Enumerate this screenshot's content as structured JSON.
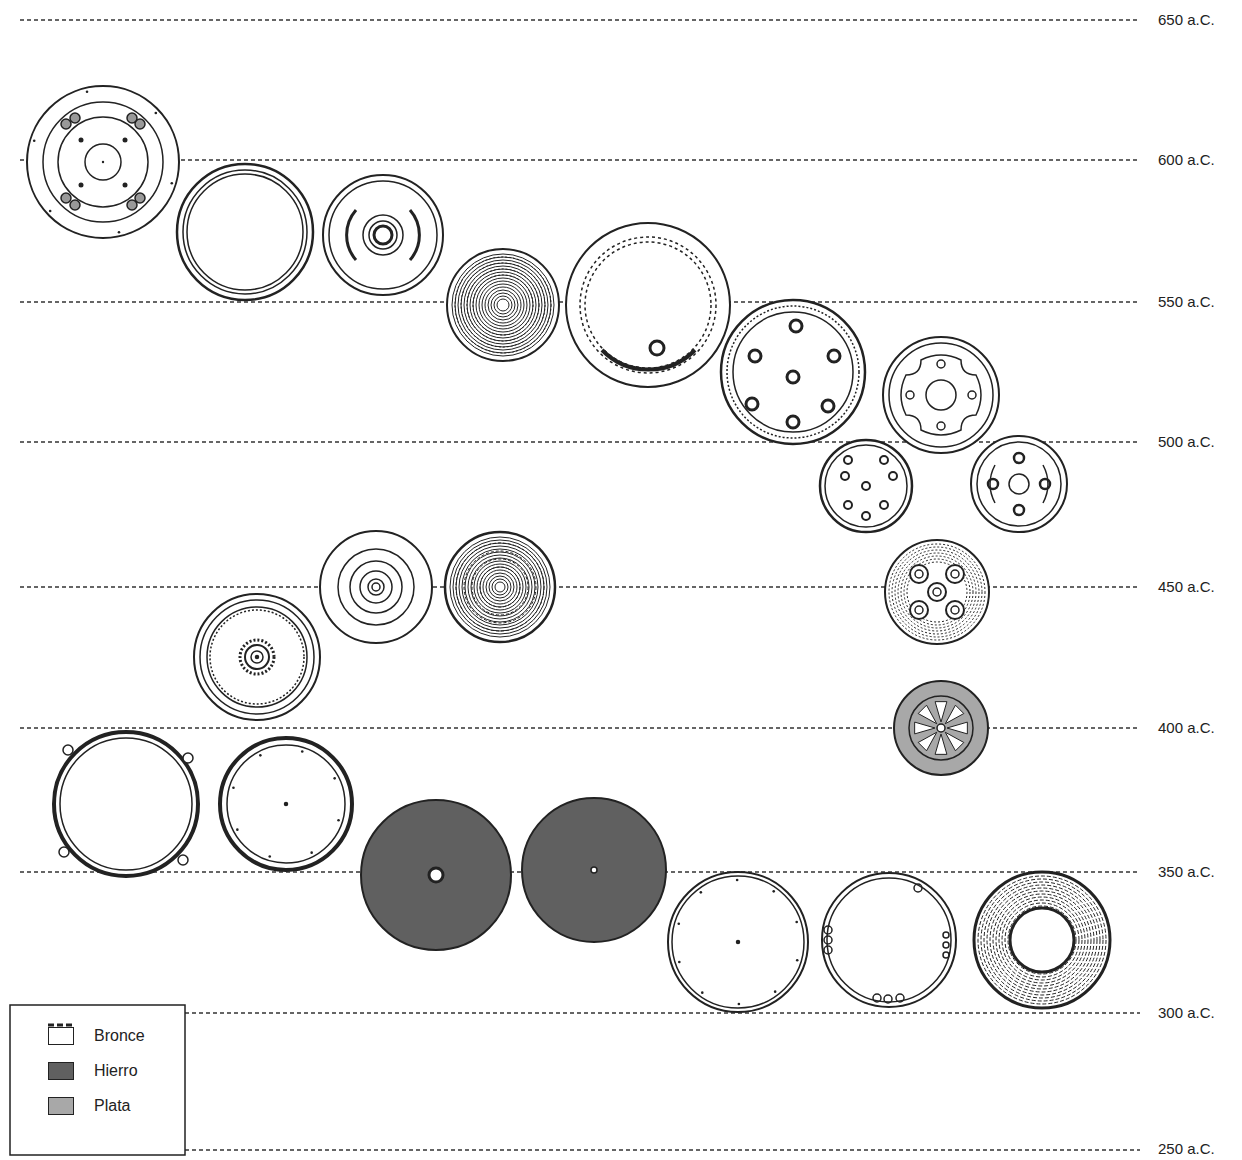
{
  "diagram": {
    "labels": [
      "650 a.C.",
      "600 a.C.",
      "550 a.C.",
      "500 a.C.",
      "450 a.C.",
      "400 a.C.",
      "350 a.C.",
      "300 a.C.",
      "250 a.C."
    ],
    "legend": [
      {
        "text": "Bronce",
        "color": "#ffffff"
      },
      {
        "text": "Hierro",
        "color": "#606060"
      },
      {
        "text": "Plata",
        "color": "#a8a8a8"
      }
    ]
  }
}
